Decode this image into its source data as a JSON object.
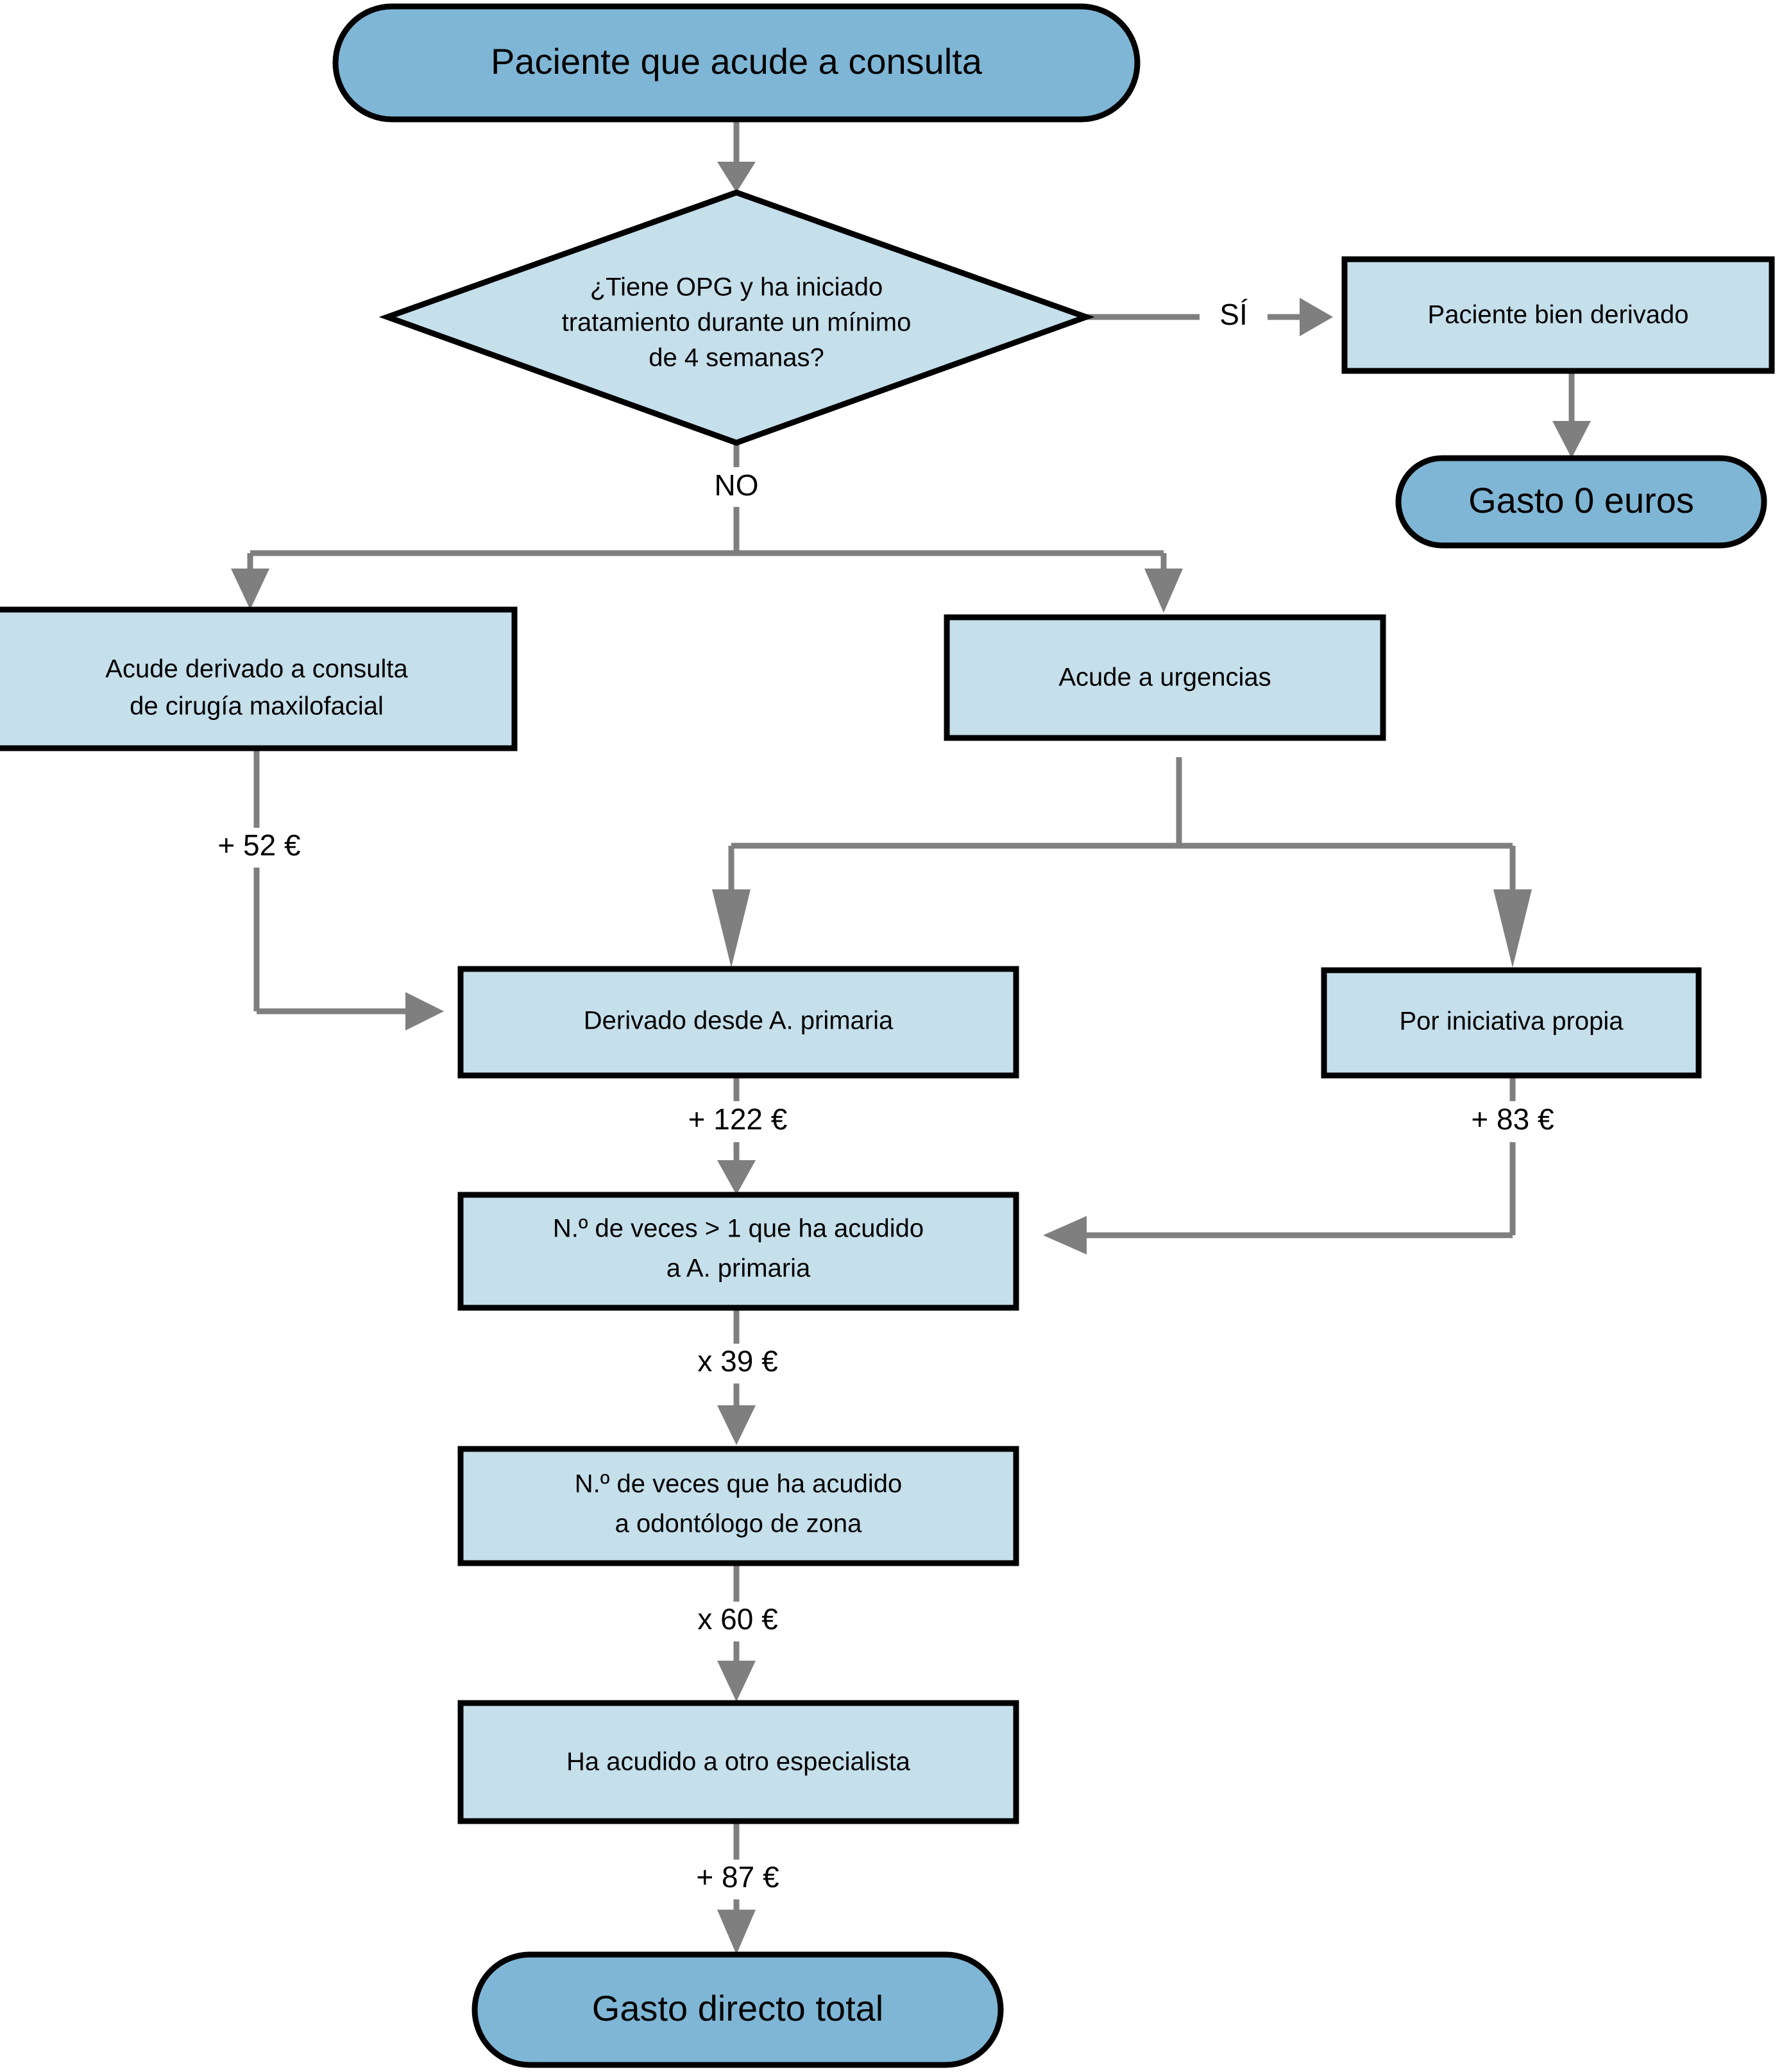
{
  "diagram": {
    "type": "flowchart",
    "title": "",
    "language": "es",
    "colors": {
      "terminator_fill": "#7fb6d5",
      "process_fill": "#c5dfeb",
      "decision_fill": "#c5dfeb",
      "shape_border": "#000000",
      "connector": "#7f7f7f",
      "background": "#ffffff"
    },
    "nodes": {
      "start": {
        "shape": "terminator",
        "label": "Paciente que acude a consulta"
      },
      "decision": {
        "shape": "decision",
        "line1": "¿Tiene OPG y ha iniciado",
        "line2": "tratamiento durante un mínimo",
        "line3": "de 4 semanas?"
      },
      "bien_derivado": {
        "shape": "process",
        "label": "Paciente bien derivado"
      },
      "gasto_cero": {
        "shape": "terminator",
        "label": "Gasto 0 euros"
      },
      "maxilofacial": {
        "shape": "process",
        "line1": "Acude derivado a consulta",
        "line2": "de cirugía maxilofacial"
      },
      "urgencias": {
        "shape": "process",
        "label": "Acude a urgencias"
      },
      "derivado_primaria": {
        "shape": "process",
        "label": "Derivado desde A. primaria"
      },
      "iniciativa_propia": {
        "shape": "process",
        "label": "Por iniciativa propia"
      },
      "veces_primaria": {
        "shape": "process",
        "line1": "N.º de veces > 1 que ha acudido",
        "line2": "a A. primaria"
      },
      "veces_odontologo": {
        "shape": "process",
        "line1": "N.º de veces que ha acudido",
        "line2": "a odontólogo de zona"
      },
      "otro_especialista": {
        "shape": "process",
        "label": "Ha acudido a otro especialista"
      },
      "gasto_total": {
        "shape": "terminator",
        "label": "Gasto directo total"
      }
    },
    "edge_labels": {
      "si": "SÍ",
      "no": "NO",
      "maxilofacial_cost": "+ 52 €",
      "derivado_primaria_cost": "+ 122 €",
      "iniciativa_propia_cost": "+ 83 €",
      "veces_primaria_cost": "x 39 €",
      "veces_odontologo_cost": "x 60 €",
      "otro_especialista_cost": "+ 87 €"
    },
    "edges": [
      {
        "from": "start",
        "to": "decision",
        "label": ""
      },
      {
        "from": "decision",
        "to": "bien_derivado",
        "label": "SÍ"
      },
      {
        "from": "bien_derivado",
        "to": "gasto_cero",
        "label": ""
      },
      {
        "from": "decision",
        "to": "maxilofacial",
        "label": "NO"
      },
      {
        "from": "decision",
        "to": "urgencias",
        "label": "NO"
      },
      {
        "from": "maxilofacial",
        "to": "derivado_primaria",
        "label": "+ 52 €"
      },
      {
        "from": "urgencias",
        "to": "derivado_primaria",
        "label": ""
      },
      {
        "from": "urgencias",
        "to": "iniciativa_propia",
        "label": ""
      },
      {
        "from": "derivado_primaria",
        "to": "veces_primaria",
        "label": "+ 122 €"
      },
      {
        "from": "iniciativa_propia",
        "to": "veces_primaria",
        "label": "+ 83 €"
      },
      {
        "from": "veces_primaria",
        "to": "veces_odontologo",
        "label": "x 39 €"
      },
      {
        "from": "veces_odontologo",
        "to": "otro_especialista",
        "label": "x 60 €"
      },
      {
        "from": "otro_especialista",
        "to": "gasto_total",
        "label": "+ 87 €"
      }
    ]
  }
}
